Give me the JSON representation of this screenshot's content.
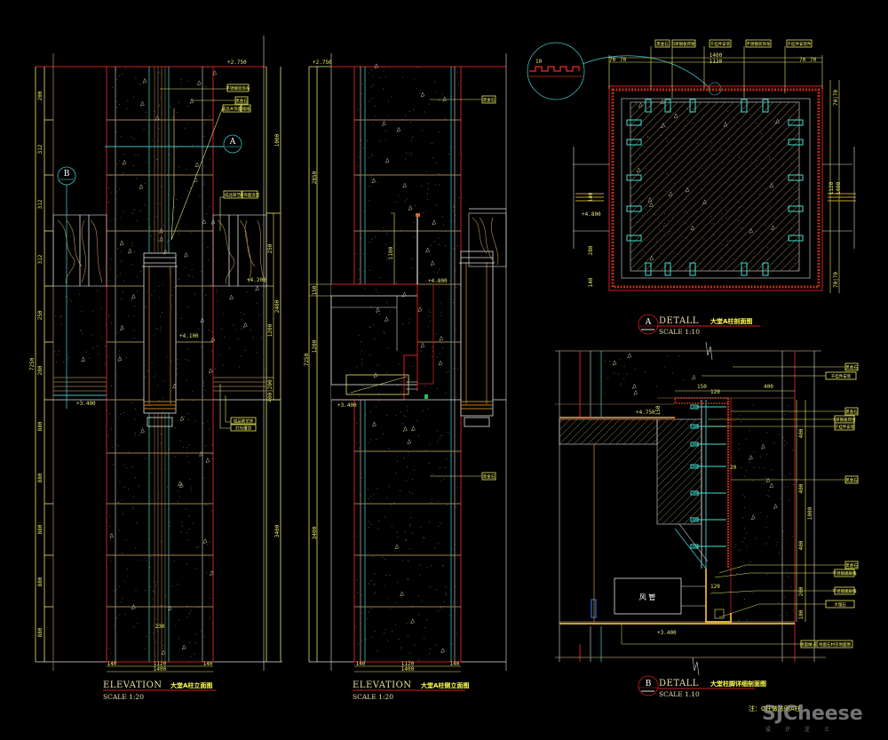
{
  "drawing": {
    "background": "#000000",
    "colors": {
      "red": "#d02020",
      "yellow": "#e8e870",
      "tan": "#a08050",
      "cyan": "#40c0c0",
      "white": "#e0e0e0",
      "orange": "#c08020",
      "hatch": "#c03010"
    }
  },
  "elevation_a": {
    "title": "ELEVATION",
    "title_cn": "大堂A柱立面图",
    "scale": "SCALE   1:20",
    "top_level": "+2.750",
    "section_marker_a": "A",
    "section_marker_b": "B",
    "left_dims": [
      "200",
      "312",
      "312",
      "312",
      "250",
      "280",
      "880",
      "880",
      "880",
      "880",
      "880"
    ],
    "total_height": "7250",
    "right_dims_outer": [
      "1000",
      "2400",
      "3400"
    ],
    "right_dims_inner": [
      "250",
      "1200",
      "400|200"
    ],
    "level_marks": [
      "+4.200",
      "+4.100",
      "+3.400"
    ],
    "bottom_dims": [
      "140",
      "1120",
      "140"
    ],
    "bottom_total": "1400",
    "inner_dim": "230",
    "tags_top": [
      "不锈钢装饰条",
      "黑金石",
      "成品木饰面",
      "墙纸"
    ],
    "tags_right": [
      "成品铁艺",
      "木饰面造型"
    ],
    "tags_lower": [
      "成品铁艺饰",
      "灯光槽顶"
    ]
  },
  "elevation_b": {
    "title": "ELEVATION",
    "title_cn": "大堂A柱侧立面图",
    "scale": "SCALE   1:20",
    "top_level": "+2.750",
    "left_dim_top": "2850",
    "left_dim_mid": "150",
    "left_dim_1200": "1200",
    "total_height": "7250",
    "left_dim_bottom": "3400",
    "level_marks": [
      "+4.800",
      "+3.400"
    ],
    "vertical_dim": "1100",
    "bottom_dims": [
      "140",
      "1120",
      "140"
    ],
    "bottom_total": "1400",
    "tags": [
      "黑金石",
      "黑金石"
    ]
  },
  "detail_a": {
    "bubble": "A",
    "title": "DETALL",
    "title_cn": "大堂A柱剖面图",
    "scale": "SCALE   1:10",
    "top_dims": [
      "70",
      "70",
      "70",
      "70"
    ],
    "top_total": "1400",
    "inner_total": "1120",
    "side_dims": [
      "70|70",
      "1120",
      "1400",
      "70|70"
    ],
    "left_level": "+4.800",
    "left_dims": [
      "140",
      "280",
      "140"
    ],
    "inset_dim": "10",
    "tags": [
      "黑金石",
      "5厚钢板焊接",
      "干挂件安装",
      "不锈钢装饰条",
      "干挂件安装件"
    ]
  },
  "detail_b": {
    "bubble": "B",
    "title": "DETALL",
    "title_cn": "大堂柱脚详细剖面图",
    "scale": "SCALE   1.10",
    "level_left": "+4.750",
    "level_bottom": "+3.400",
    "top_dims": [
      "150",
      "120",
      "400"
    ],
    "dim_150": "150",
    "dim_20": "20",
    "dim_120": "120",
    "right_dims": [
      "400",
      "400",
      "400",
      "200",
      "100"
    ],
    "right_total": "1000",
    "panel_label": "风 管",
    "tags": [
      "黑金石",
      "干挂件安装",
      "黑金石",
      "5厚钢板焊接",
      "干挂件安装",
      "黑金石",
      "黑金石",
      "不锈钢踢脚线",
      "不锈钢踢脚线",
      "大理石",
      "不锈钢踢脚线"
    ],
    "tag_bottom": [
      "地面做法",
      "地面石材见地面图"
    ]
  },
  "note": "注：C柱做法同A柱",
  "watermark": {
    "main": "SJCheese",
    "sub": "设计芝士"
  }
}
